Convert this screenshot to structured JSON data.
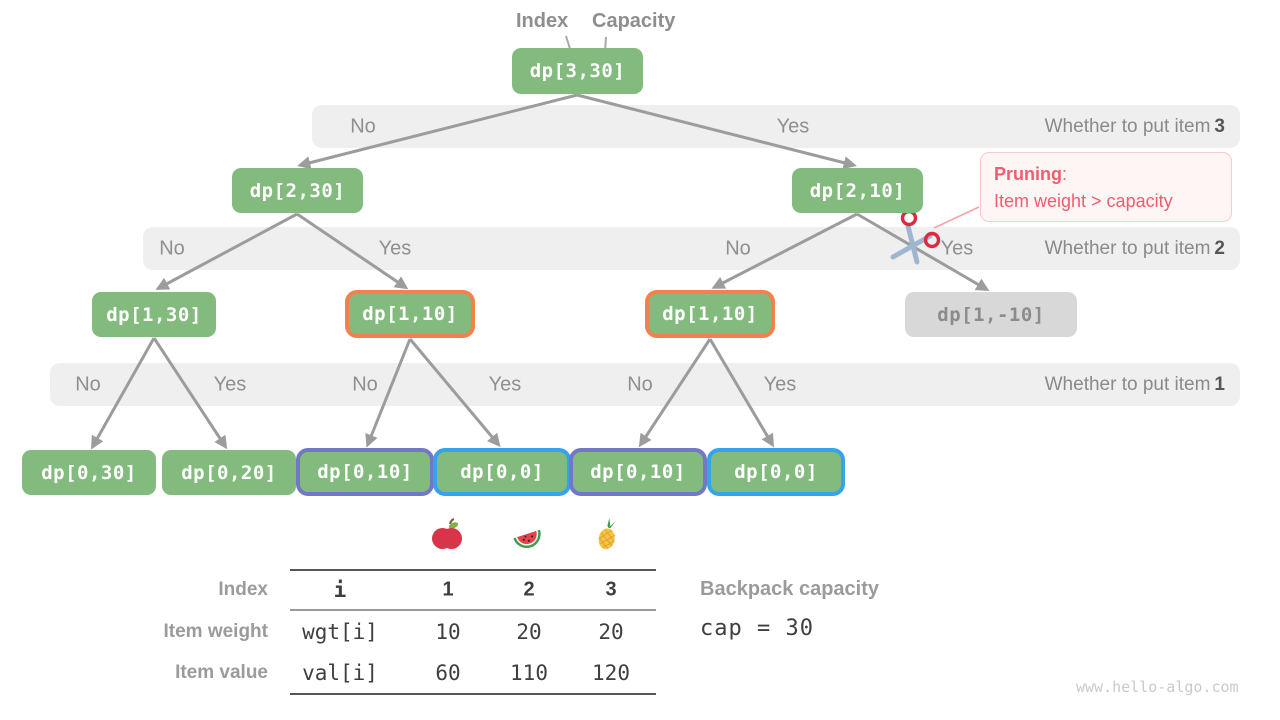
{
  "pointer_labels": {
    "index": "Index",
    "capacity": "Capacity"
  },
  "nodes": {
    "root": "dp[3,30]",
    "l2_no": "dp[2,30]",
    "l2_yes": "dp[2,10]",
    "l1_a": "dp[1,30]",
    "l1_b": "dp[1,10]",
    "l1_c": "dp[1,10]",
    "l1_d": "dp[1,-10]",
    "l0_a": "dp[0,30]",
    "l0_b": "dp[0,20]",
    "l0_c": "dp[0,10]",
    "l0_d": "dp[0,0]",
    "l0_e": "dp[0,10]",
    "l0_f": "dp[0,0]"
  },
  "bands": [
    {
      "labels": [
        "No",
        "Yes"
      ],
      "question": "Whether to put item",
      "item": "3"
    },
    {
      "labels": [
        "No",
        "Yes",
        "No",
        "Yes"
      ],
      "question": "Whether to put item",
      "item": "2"
    },
    {
      "labels": [
        "No",
        "Yes",
        "No",
        "Yes",
        "No",
        "Yes"
      ],
      "question": "Whether to put item",
      "item": "1"
    }
  ],
  "pruning": {
    "title": "Pruning",
    "separator": ":",
    "text": "Item weight > capacity"
  },
  "table": {
    "row_labels": [
      "Index",
      "Item weight",
      "Item value"
    ],
    "header": [
      "i",
      "1",
      "2",
      "3"
    ],
    "weights": [
      "wgt[i]",
      "10",
      "20",
      "20"
    ],
    "values": [
      "val[i]",
      "60",
      "110",
      "120"
    ],
    "fruits": [
      "apple",
      "watermelon",
      "pineapple"
    ]
  },
  "capacity_info": {
    "label": "Backpack capacity",
    "code": "cap = 30"
  },
  "watermark": "www.hello-algo.com",
  "colors": {
    "node_green": "#82BB7D",
    "node_gray_bg": "#D8D8D8",
    "node_gray_text": "#8C8C8C",
    "border_orange": "#F2814B",
    "border_purple": "#7277C7",
    "border_blue": "#36A4EA",
    "band_bg": "#EFEFEF",
    "arrow": "#9C9C9C",
    "pruning_red": "#F25C6E",
    "pruning_bg": "#FEF5F5",
    "pruning_border": "#F8C9CD"
  }
}
